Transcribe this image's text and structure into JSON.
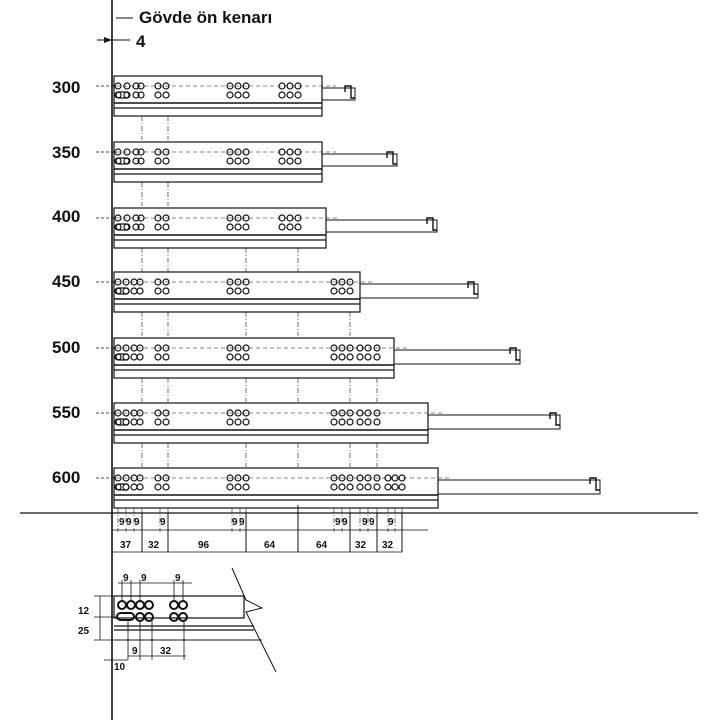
{
  "header": {
    "label": "Gövde ön kenarı",
    "offset": "4"
  },
  "slides": [
    {
      "length": "300"
    },
    {
      "length": "350"
    },
    {
      "length": "400"
    },
    {
      "length": "450"
    },
    {
      "length": "500"
    },
    {
      "length": "550"
    },
    {
      "length": "600"
    }
  ],
  "bottom_dimensions": {
    "pitch_row": [
      "9",
      "9",
      "9",
      "9",
      "9",
      "9",
      "9",
      "9",
      "9",
      "9",
      "9"
    ],
    "spacing_row": [
      "37",
      "32",
      "96",
      "64",
      "64",
      "32",
      "32"
    ]
  },
  "detail": {
    "top": [
      "9",
      "9",
      "9"
    ],
    "left": [
      "12",
      "25"
    ],
    "bottom": [
      "10",
      "9",
      "32"
    ]
  },
  "colors": {
    "line": "#111111"
  }
}
